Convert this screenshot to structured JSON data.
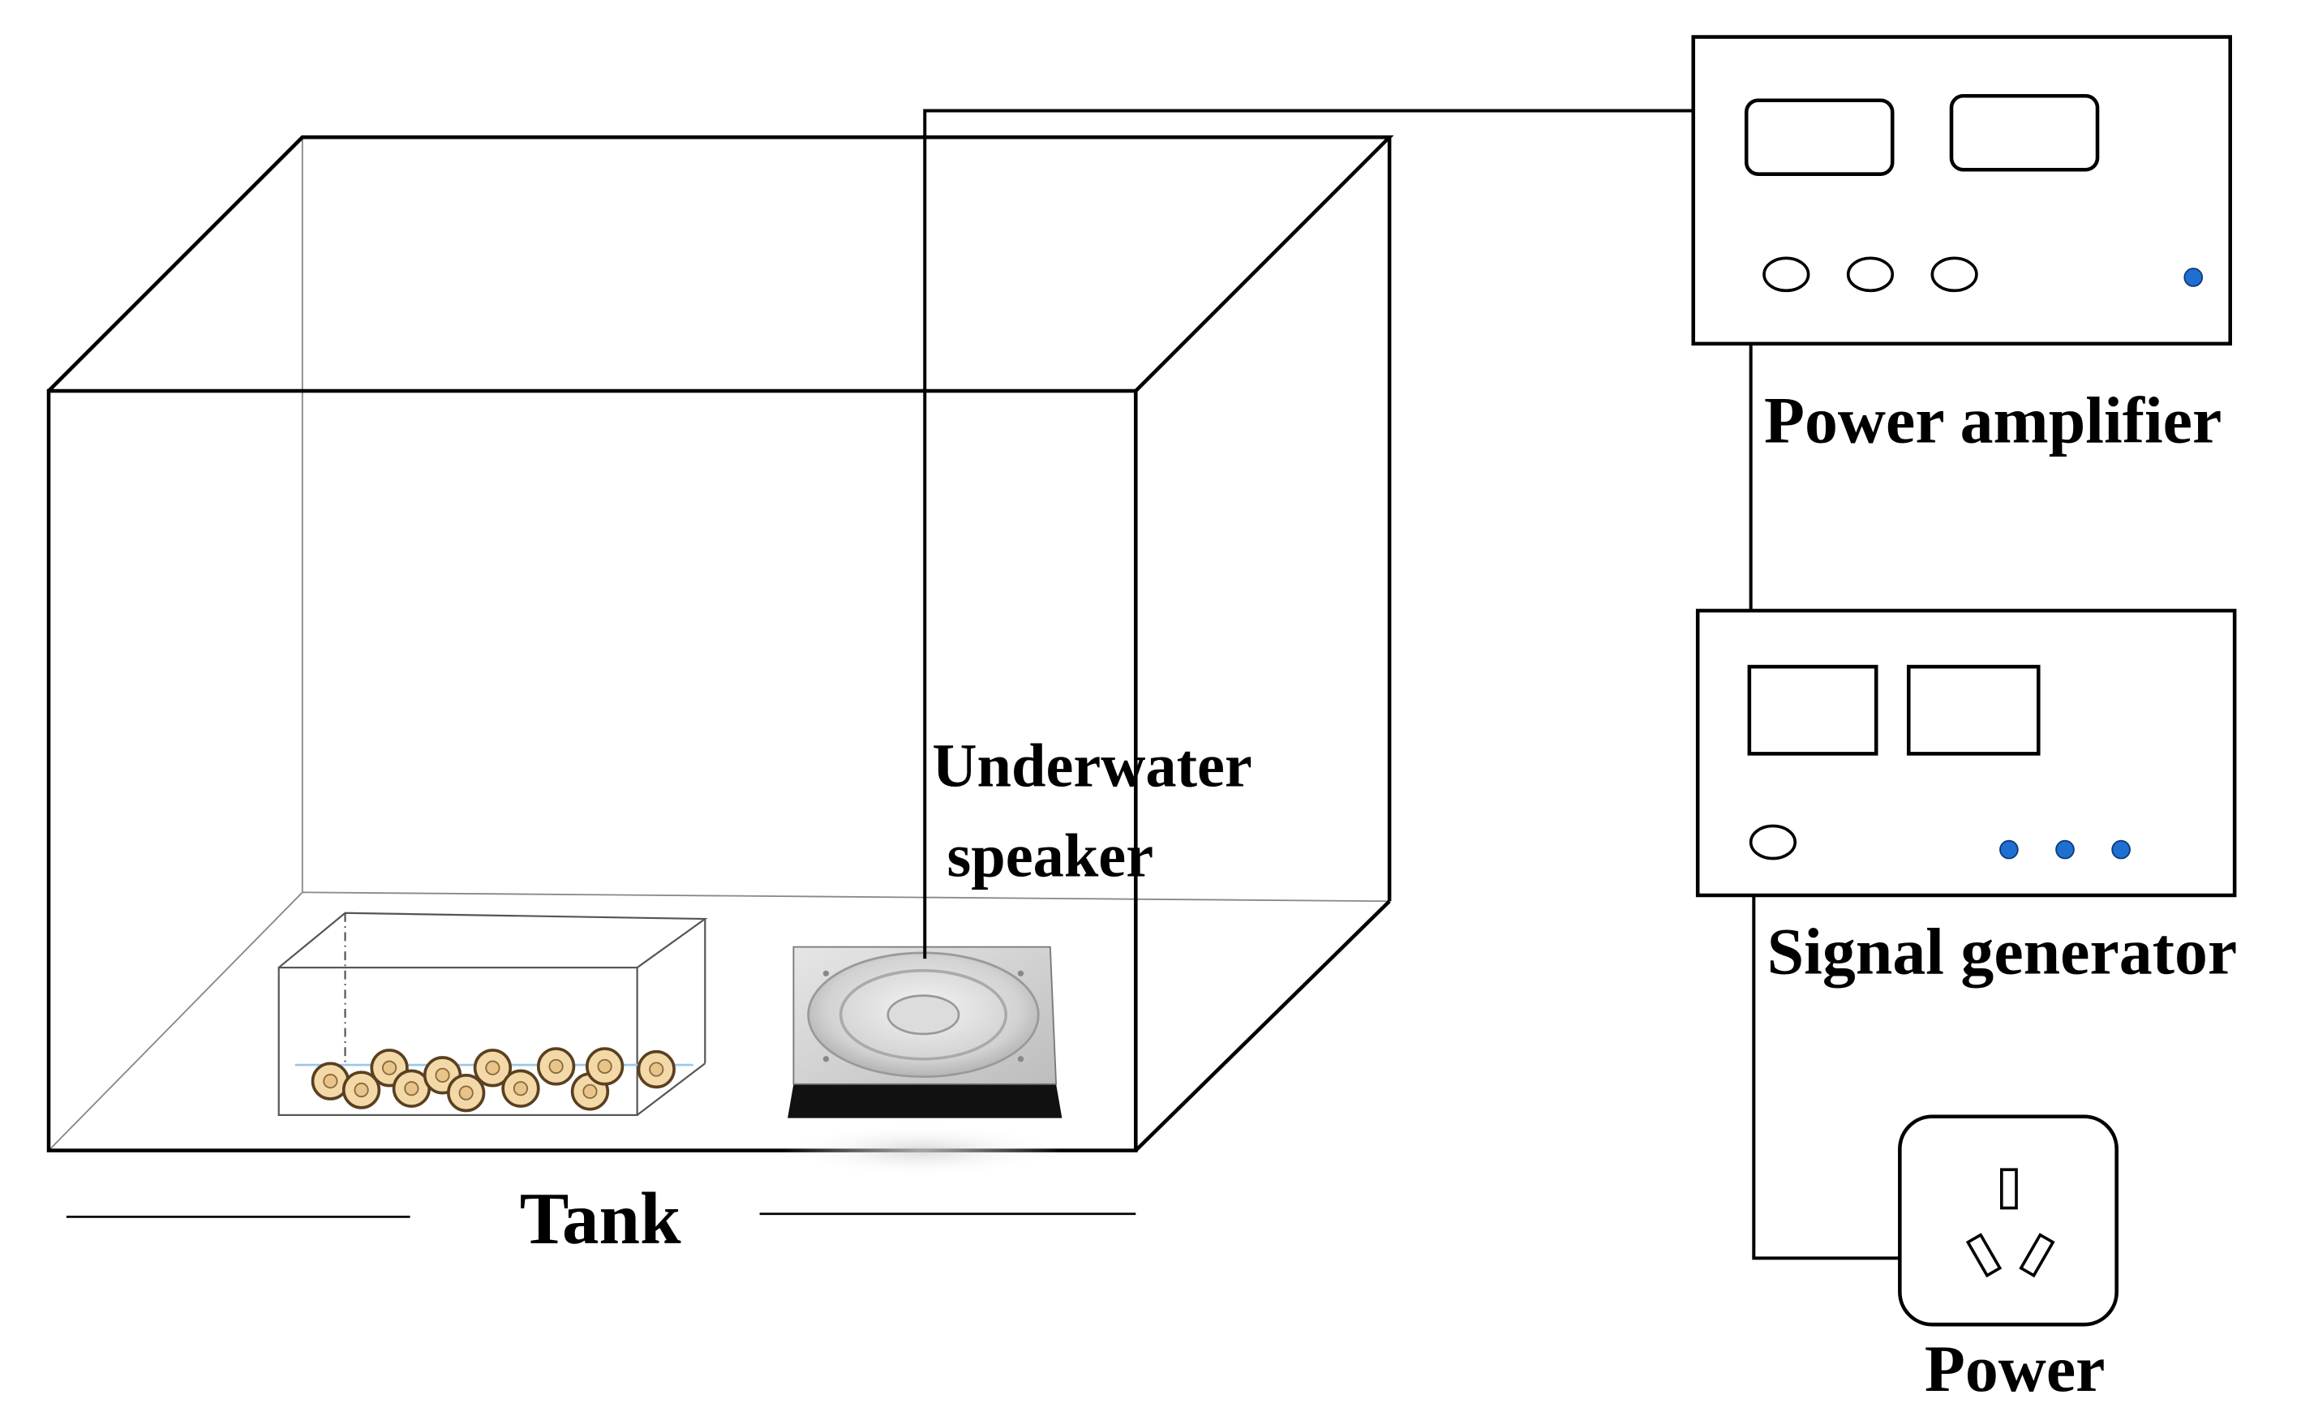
{
  "labels": {
    "tank": "Tank",
    "speaker_line1": "Underwater",
    "speaker_line2": "speaker",
    "power_amplifier": "Power amplifier",
    "signal_generator": "Signal generator",
    "power": "Power"
  },
  "colors": {
    "line": "#000000",
    "indicator_blue": "#1f6fd1",
    "egg_fill": "#f4d9a8",
    "egg_stroke": "#5a4020",
    "speaker_base": "#111111",
    "speaker_plate": "#d8d8d8",
    "water_line": "#9ec8e8"
  },
  "icons": {
    "power_outlet": "three-pin-outlet-icon",
    "speaker": "underwater-speaker-icon",
    "eggs": "egg-cluster-icon"
  }
}
